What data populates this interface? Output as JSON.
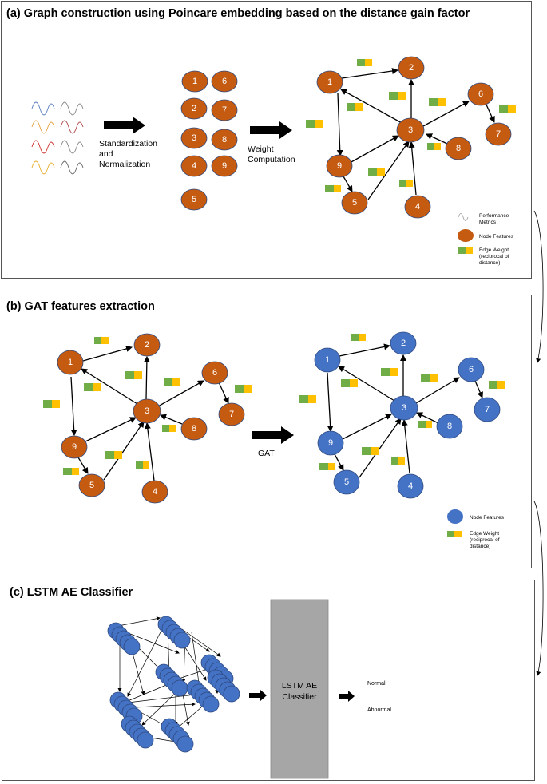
{
  "panel_a": {
    "title": "(a) Graph construction using Poincare embedding based on the distance gain factor",
    "step1_label_line1": "Standardization",
    "step1_label_line2": "and",
    "step1_label_line3": "Normalization",
    "step2_label_line1": "Weight",
    "step2_label_line2": "Computation",
    "legend_metrics": "Performance Metrics",
    "legend_metrics_line1": "Performance",
    "legend_metrics_line2": "Metrics",
    "legend_nodes": "Node Features",
    "legend_edge_line1": "Edge Weight",
    "legend_edge_line2": "(reciprocal of",
    "legend_edge_line3": "distance)"
  },
  "panel_b": {
    "title": "(b) GAT features extraction",
    "arrow_label": "GAT",
    "legend_nodes": "Node Features",
    "legend_edge_line1": "Edge Weight",
    "legend_edge_line2": "(reciprocal of",
    "legend_edge_line3": "distance)"
  },
  "panel_c": {
    "title": "(c)  LSTM AE Classifier",
    "classifier_line1": "LSTM AE",
    "classifier_line2": "Classifier",
    "output_normal": "Normal",
    "output_abnormal": "Abnormal"
  },
  "node_labels": [
    "1",
    "2",
    "3",
    "4",
    "5",
    "6",
    "7",
    "8",
    "9"
  ],
  "colors": {
    "node_orange": "#c55a11",
    "node_blue": "#4472c4",
    "weight_green": "#70ad47",
    "weight_yellow": "#ffc000",
    "classifier_gray": "#a6a6a6",
    "panel_border": "#555555"
  }
}
